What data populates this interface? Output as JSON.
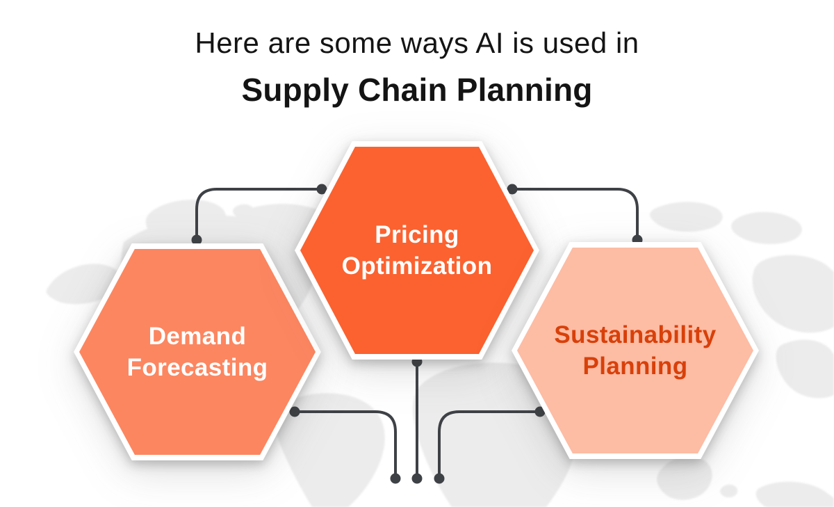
{
  "header": {
    "line1": "Here are some ways AI is used in",
    "line2": "Supply Chain Planning"
  },
  "hexagons": [
    {
      "id": "demand-forecasting",
      "line1": "Demand",
      "line2": "Forecasting",
      "fill": "#FC8660",
      "text_color": "#FFFFFF"
    },
    {
      "id": "pricing-optimization",
      "line1": "Pricing",
      "line2": "Optimization",
      "fill": "#FB6230",
      "text_color": "#FFFFFF"
    },
    {
      "id": "sustainability-planning",
      "line1": "Sustainability",
      "line2": "Planning",
      "fill": "#FDBCA4",
      "text_color": "#D8400A"
    }
  ],
  "colors": {
    "title": "#141414",
    "connector": "#3E4145",
    "map": "#ECECEC",
    "hex_border": "#FFFFFF",
    "background": "#FFFFFF"
  }
}
